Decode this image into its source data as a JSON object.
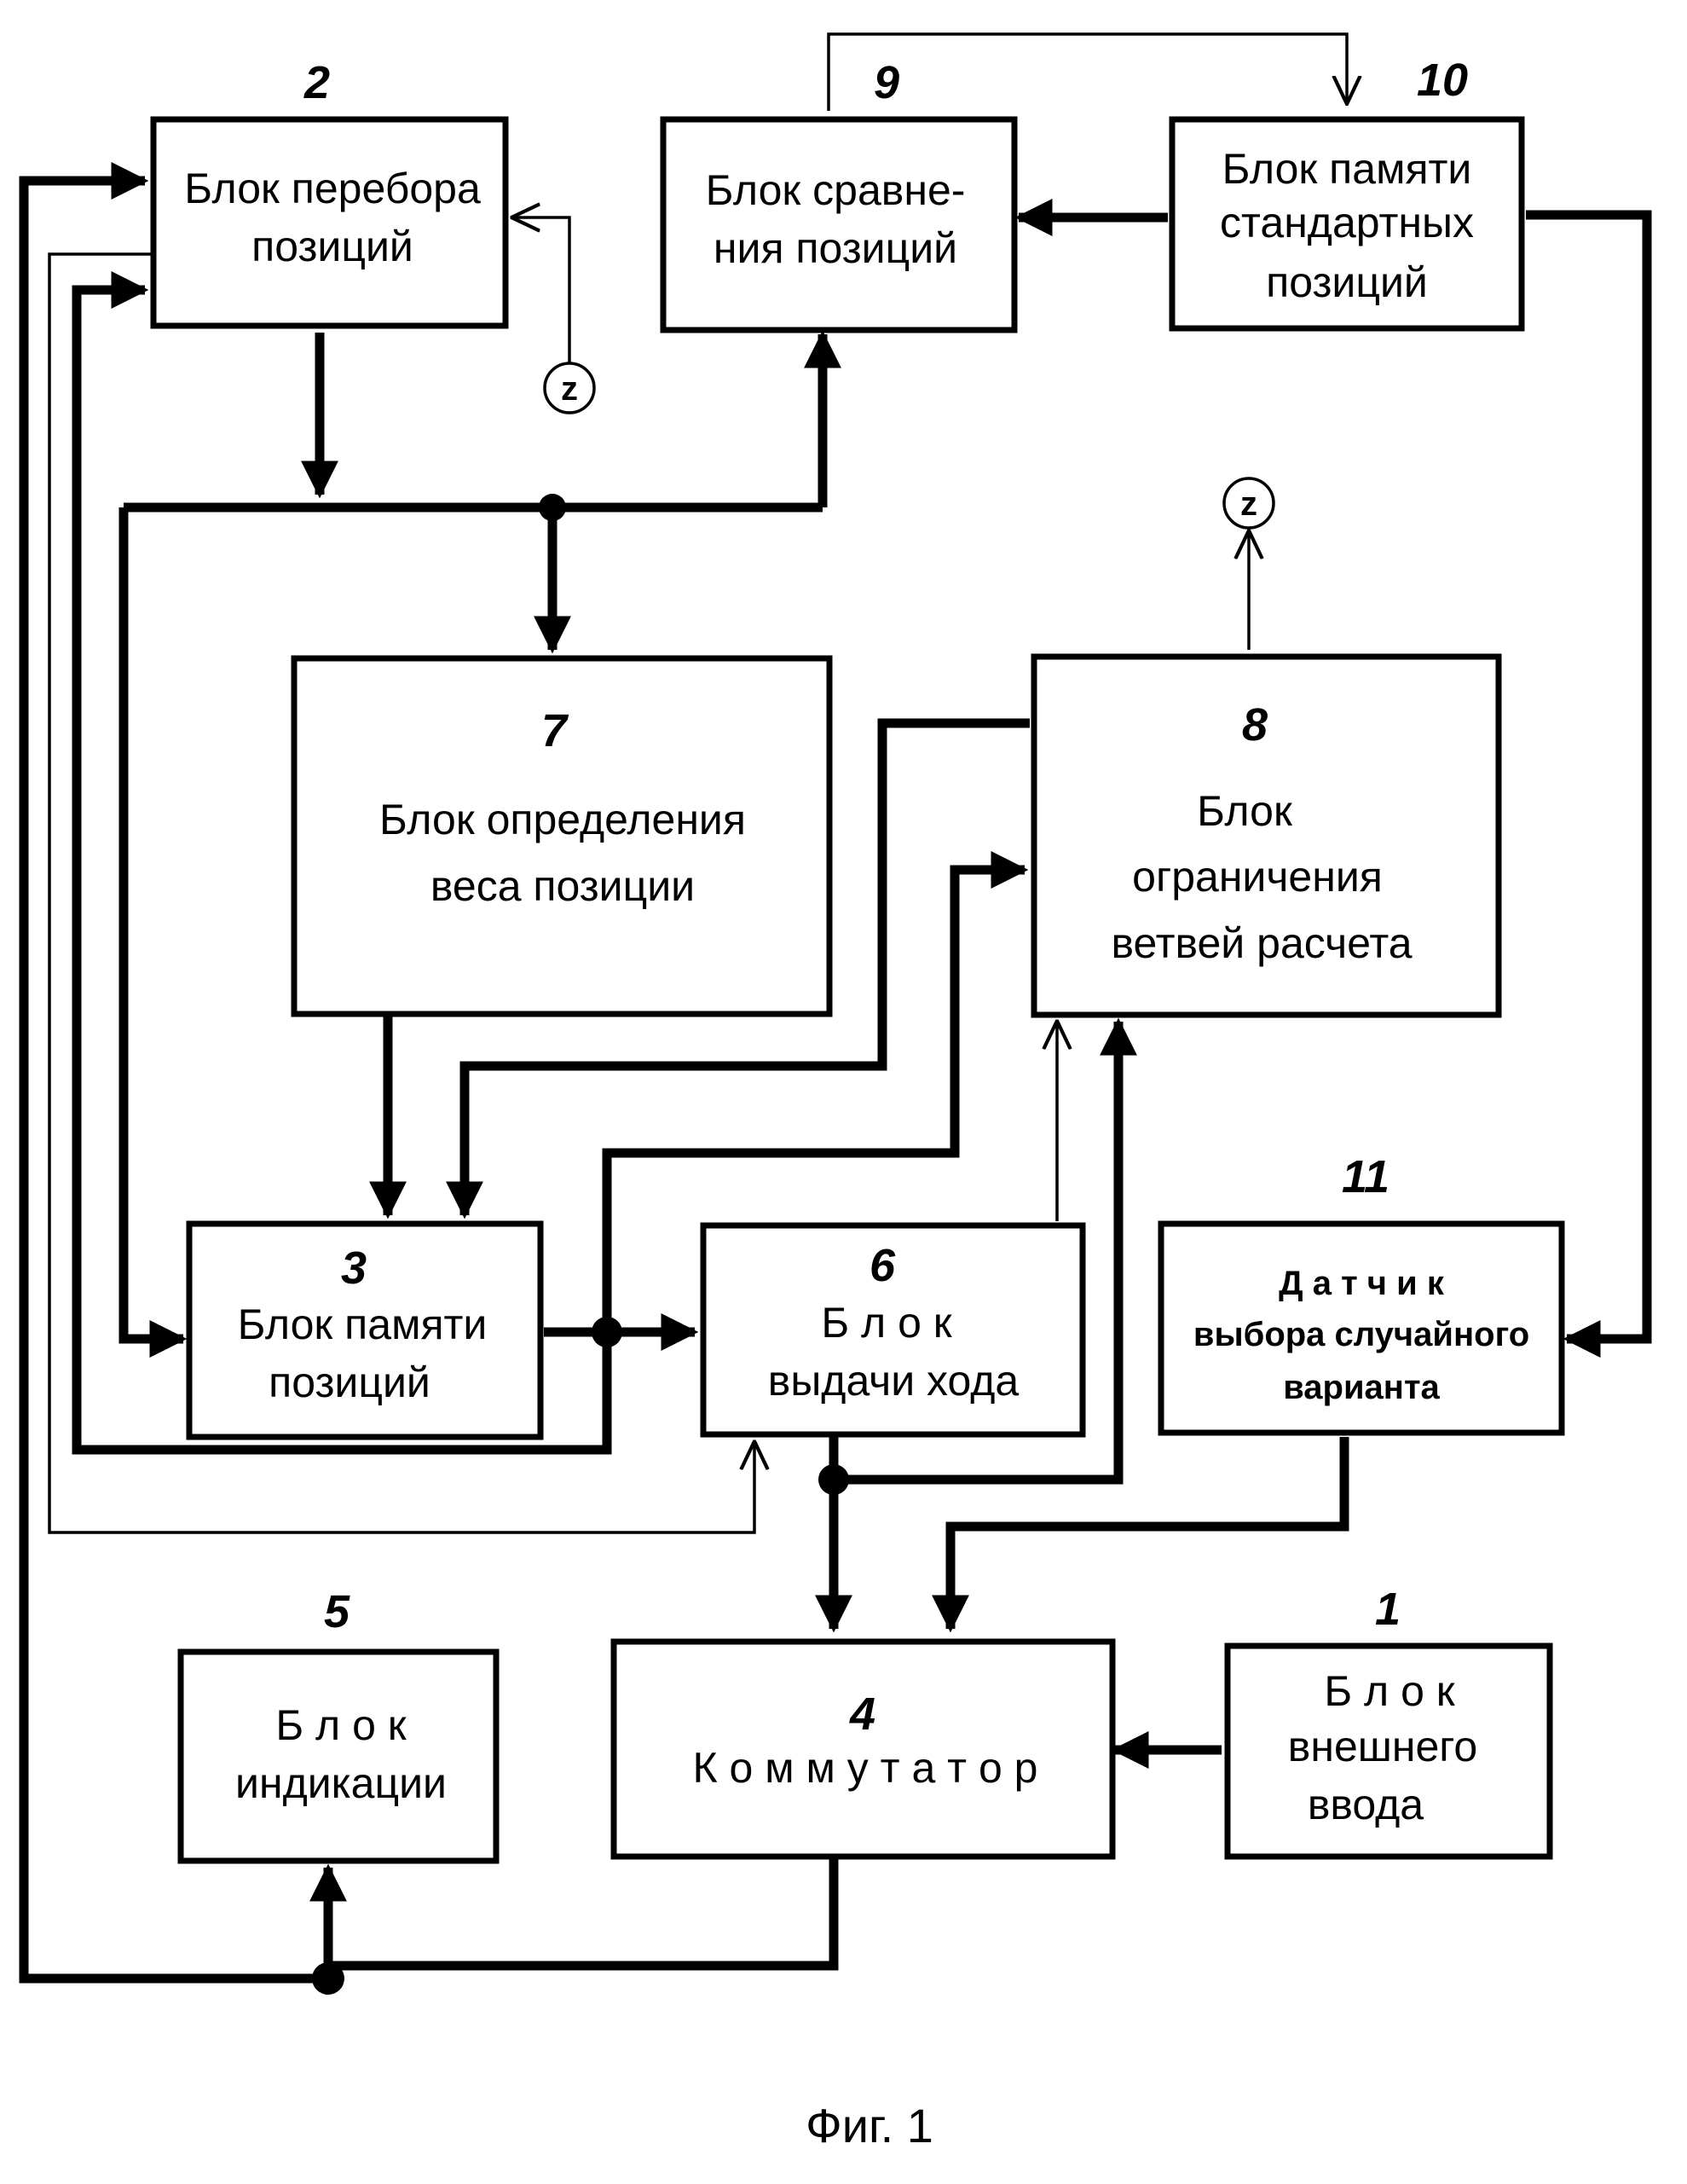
{
  "figure_caption": "Фиг. 1",
  "blocks": {
    "b1": {
      "number": "1",
      "lines": [
        "Б л о к",
        "внешнего",
        "ввода"
      ]
    },
    "b2": {
      "number": "2",
      "lines": [
        "Блок перебора",
        "позиций"
      ]
    },
    "b3": {
      "number": "3",
      "lines": [
        "Блок памяти",
        "позиций"
      ]
    },
    "b4": {
      "number": "4",
      "lines": [
        "К о м м у т а т о р"
      ]
    },
    "b5": {
      "number": "5",
      "lines": [
        "Б л о к",
        "индикации"
      ]
    },
    "b6": {
      "number": "6",
      "lines": [
        "Б л о к",
        "выдачи хода"
      ]
    },
    "b7": {
      "number": "7",
      "lines": [
        "Блок определения",
        "веса позиции"
      ]
    },
    "b8": {
      "number": "8",
      "lines": [
        "Блок",
        "ограничения",
        "ветвей расчета"
      ]
    },
    "b9": {
      "number": "9",
      "lines": [
        "Блок сравне-",
        "ния позиций"
      ]
    },
    "b10": {
      "number": "10",
      "lines": [
        "Блок памяти",
        "стандартных",
        "позиций"
      ]
    },
    "b11": {
      "number": "11",
      "lines": [
        "Д а т ч и к",
        "выбора случайного",
        "варианта"
      ]
    }
  },
  "terminals": {
    "z_top": "z",
    "z_right": "z"
  }
}
